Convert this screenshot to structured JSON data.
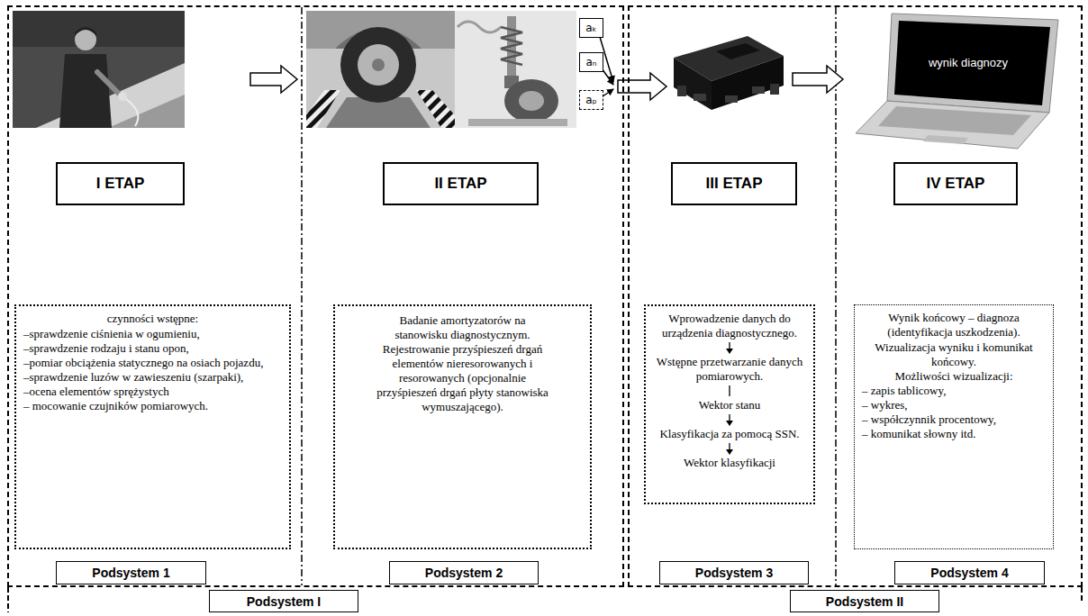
{
  "diagram": {
    "nodes": [
      {
        "text": [
          "Podsystem I"
        ]
      },
      {
        "text": [
          "I ETAP"
        ],
        "in": 0
      },
      {
        "text": [
          "czynności wstępne:",
          "–sprawdzenie ciśnienia w ogumieniu,",
          "–sprawdzenie rodzaju i stanu opon,",
          "–pomiar obciążenia statycznego na osiach pojazdu,",
          "–sprawdzenie luzów w zawieszeniu (szarpaki),",
          "–ocena elementów sprężystych",
          "– mocowanie czujników pomiarowych."
        ],
        "in": 0
      },
      {
        "text": [
          "Podsystem 1"
        ],
        "in": 0
      },
      {
        "text": [
          "II ETAP"
        ],
        "in": 0
      },
      {
        "text": [
          "Badanie amortyzatorów na stanowisku diagnostycznym.",
          "Rejestrowanie przyśpieszeń drgań elementów nieresorowanych i resorowanych (opcjonalnie przyśpieszeń drgań płyty stanowiska wymuszającego)."
        ],
        "in": 0
      },
      {
        "text": [
          "Podsystem 2"
        ],
        "in": 0
      },
      {
        "text": [
          "aₖ"
        ],
        "in": 0
      },
      {
        "text": [
          "aₙ"
        ],
        "in": 0
      },
      {
        "text": [
          "aₚ"
        ],
        "in": 0
      },
      {
        "text": [
          "Podsystem II"
        ]
      },
      {
        "text": [
          "III ETAP"
        ],
        "in": 10
      },
      {
        "text": [
          "Wprowadzenie danych do urządzenia diagnostycznego.",
          "Wstępne przetwarzanie danych pomiarowych.",
          "Wektor stanu",
          "Klasyfikacja za pomocą SSN.",
          "Wektor klasyfikacji"
        ],
        "in": 10
      },
      {
        "text": [
          "Podsystem 3"
        ],
        "in": 10
      },
      {
        "text": [
          "IV ETAP"
        ],
        "in": 10
      },
      {
        "text": [
          "Wynik końcowy – diagnoza (identyfikacja uszkodzenia).",
          "Wizualizacja wyniku i komunikat końcowy.",
          "Możliwości wizualizacji:",
          "– zapis tablicowy,",
          "– wykres,",
          "– współczynnik procentowy,",
          "– komunikat słowny itd."
        ],
        "in": 10
      },
      {
        "text": [
          "Podsystem 4"
        ],
        "in": 10
      }
    ],
    "labels": [
      "wynik diagnozy"
    ]
  }
}
